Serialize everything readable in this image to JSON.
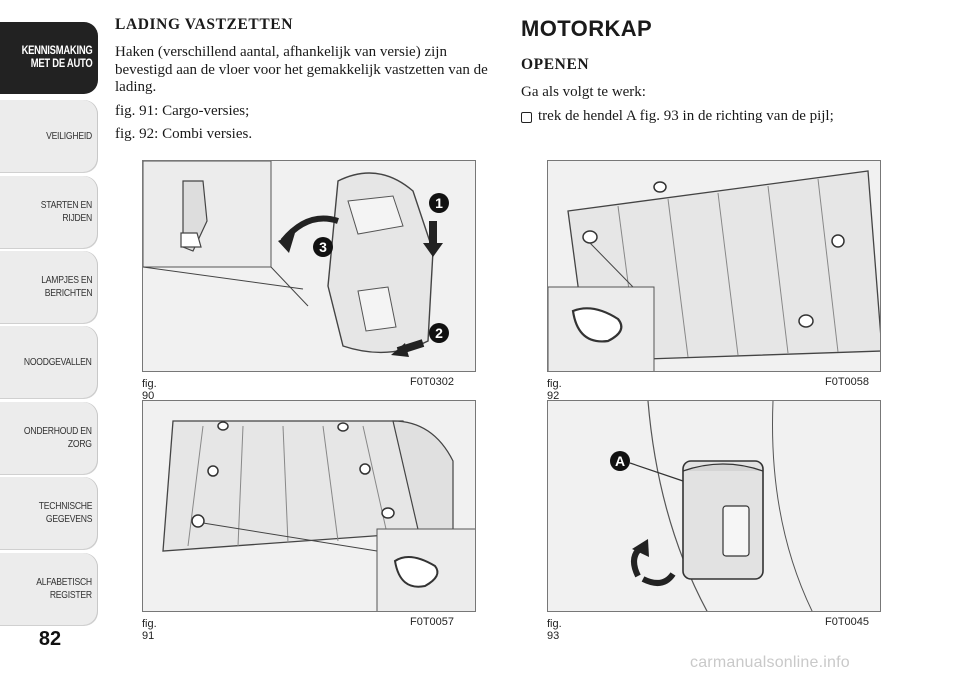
{
  "sidebar": {
    "tabs": [
      {
        "label": "KENNISMAKING\nMET DE AUTO",
        "active": true
      },
      {
        "label": "VEILIGHEID"
      },
      {
        "label": "STARTEN EN RIJDEN"
      },
      {
        "label": "LAMPJES EN\nBERICHTEN"
      },
      {
        "label": "NOODGEVALLEN"
      },
      {
        "label": "ONDERHOUD EN\nZORG"
      },
      {
        "label": "TECHNISCHE\nGEGEVENS"
      },
      {
        "label": "ALFABETISCH\nREGISTER"
      }
    ]
  },
  "page_number": "82",
  "left_column": {
    "heading": "LADING VASTZETTEN",
    "paragraph": "Haken (verschillend aantal, afhankelijk van versie) zijn bevestigd aan de vloer voor het gemakkelijk vastzetten van de lading.",
    "line_fig91": "fig. 91: Cargo-versies;",
    "line_fig92": "fig. 92: Combi versies."
  },
  "right_column": {
    "title": "MOTORKAP",
    "subheading": "OPENEN",
    "intro": "Ga als volgt te werk:",
    "bullet": "trek de hendel A fig. 93 in de richting van de pijl;"
  },
  "figures": {
    "fig90": {
      "caption": "fig. 90",
      "code": "F0T0302",
      "labels": [
        "1",
        "2",
        "3"
      ]
    },
    "fig91": {
      "caption": "fig. 91",
      "code": "F0T0057"
    },
    "fig92": {
      "caption": "fig. 92",
      "code": "F0T0058"
    },
    "fig93": {
      "caption": "fig. 93",
      "code": "F0T0045",
      "labels": [
        "A"
      ]
    }
  },
  "watermark": "carmanualsonline.info",
  "colors": {
    "tab_bg": "#ececec",
    "tab_active": "#222222",
    "figure_bg": "#f1f1f1"
  }
}
